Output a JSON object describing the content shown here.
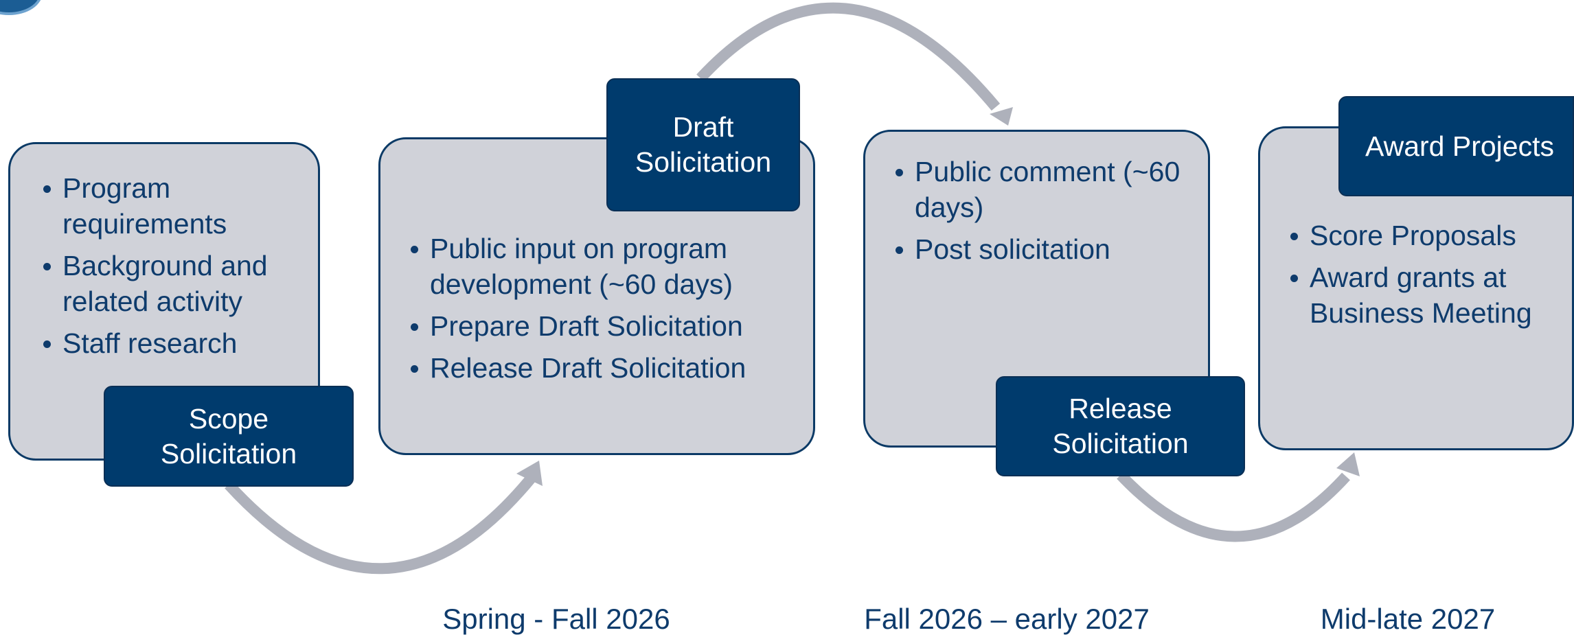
{
  "stages": [
    {
      "tag": "Scope Solicitation",
      "bullets": [
        "Program requirements",
        "Background and related activity",
        "Staff research"
      ]
    },
    {
      "tag": "Draft Solicitation",
      "bullets": [
        "Public input on program development (~60 days)",
        "Prepare Draft Solicitation",
        "Release Draft Solicitation"
      ]
    },
    {
      "tag": "Release Solicitation",
      "bullets": [
        "Public comment (~60 days)",
        "Post solicitation"
      ]
    },
    {
      "tag": "Award Projects",
      "bullets": [
        "Score Proposals",
        "Award grants at Business Meeting"
      ]
    }
  ],
  "periods": [
    "Spring - Fall 2026",
    "Fall 2026 – early 2027",
    "Mid-late 2027"
  ],
  "colors": {
    "card_fill": "#d0d2d9",
    "card_border": "#0b3a66",
    "tag_fill": "#003b6d",
    "tag_text": "#ffffff",
    "body_text": "#0e3b6c",
    "arrow": "#aeb1bb"
  },
  "logo": {
    "name": "organization-seal-logo"
  }
}
